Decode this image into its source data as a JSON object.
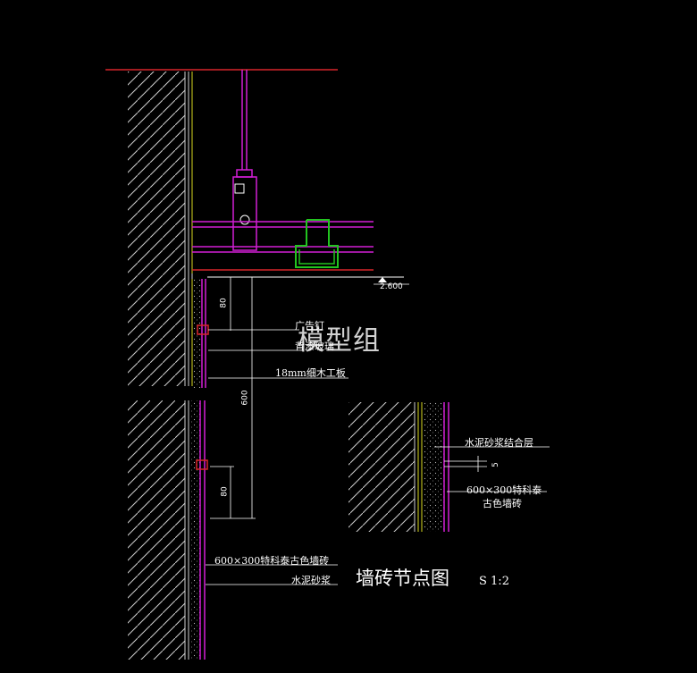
{
  "watermark": "模型组",
  "elevation": "2.600",
  "upper": {
    "label_1": "广告钉",
    "label_2": "背漆玻璃",
    "label_3": "18mm细木工板",
    "dim_80": "80",
    "dim_600": "600"
  },
  "lower": {
    "dim_80": "80",
    "label_tile": "600×300特科泰古色墙砖",
    "label_mortar": "水泥砂浆"
  },
  "detail": {
    "label_bond": "水泥砂浆结合层",
    "label_tile_1": "600×300特科泰",
    "label_tile_2": "古色墙砖",
    "dim_5": "5"
  },
  "title": "墙砖节点图",
  "scale": "S 1:2",
  "colors": {
    "background": "#000000",
    "ceiling_line": "#d8262a",
    "keel": "#d21fd6",
    "channel": "#22c41f",
    "finish": "#d8d820",
    "hatch": "#cfcfcf"
  }
}
